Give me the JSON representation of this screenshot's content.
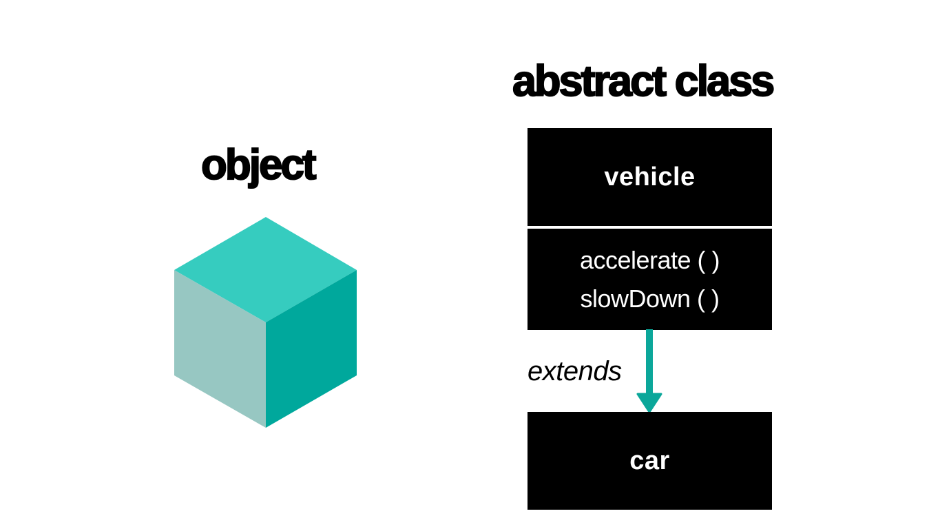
{
  "object_section": {
    "title": "object",
    "icon": "cube-icon",
    "colors": {
      "top": "#36CCBF",
      "left": "#97C7C2",
      "right": "#00A89C"
    }
  },
  "abstract_class_section": {
    "title": "abstract class",
    "parent_class": {
      "name": "vehicle",
      "methods": [
        "accelerate ( )",
        "slowDown ( )"
      ]
    },
    "relationship": {
      "label": "extends",
      "arrow_color": "#0BA79A"
    },
    "child_class": {
      "name": "car"
    }
  }
}
